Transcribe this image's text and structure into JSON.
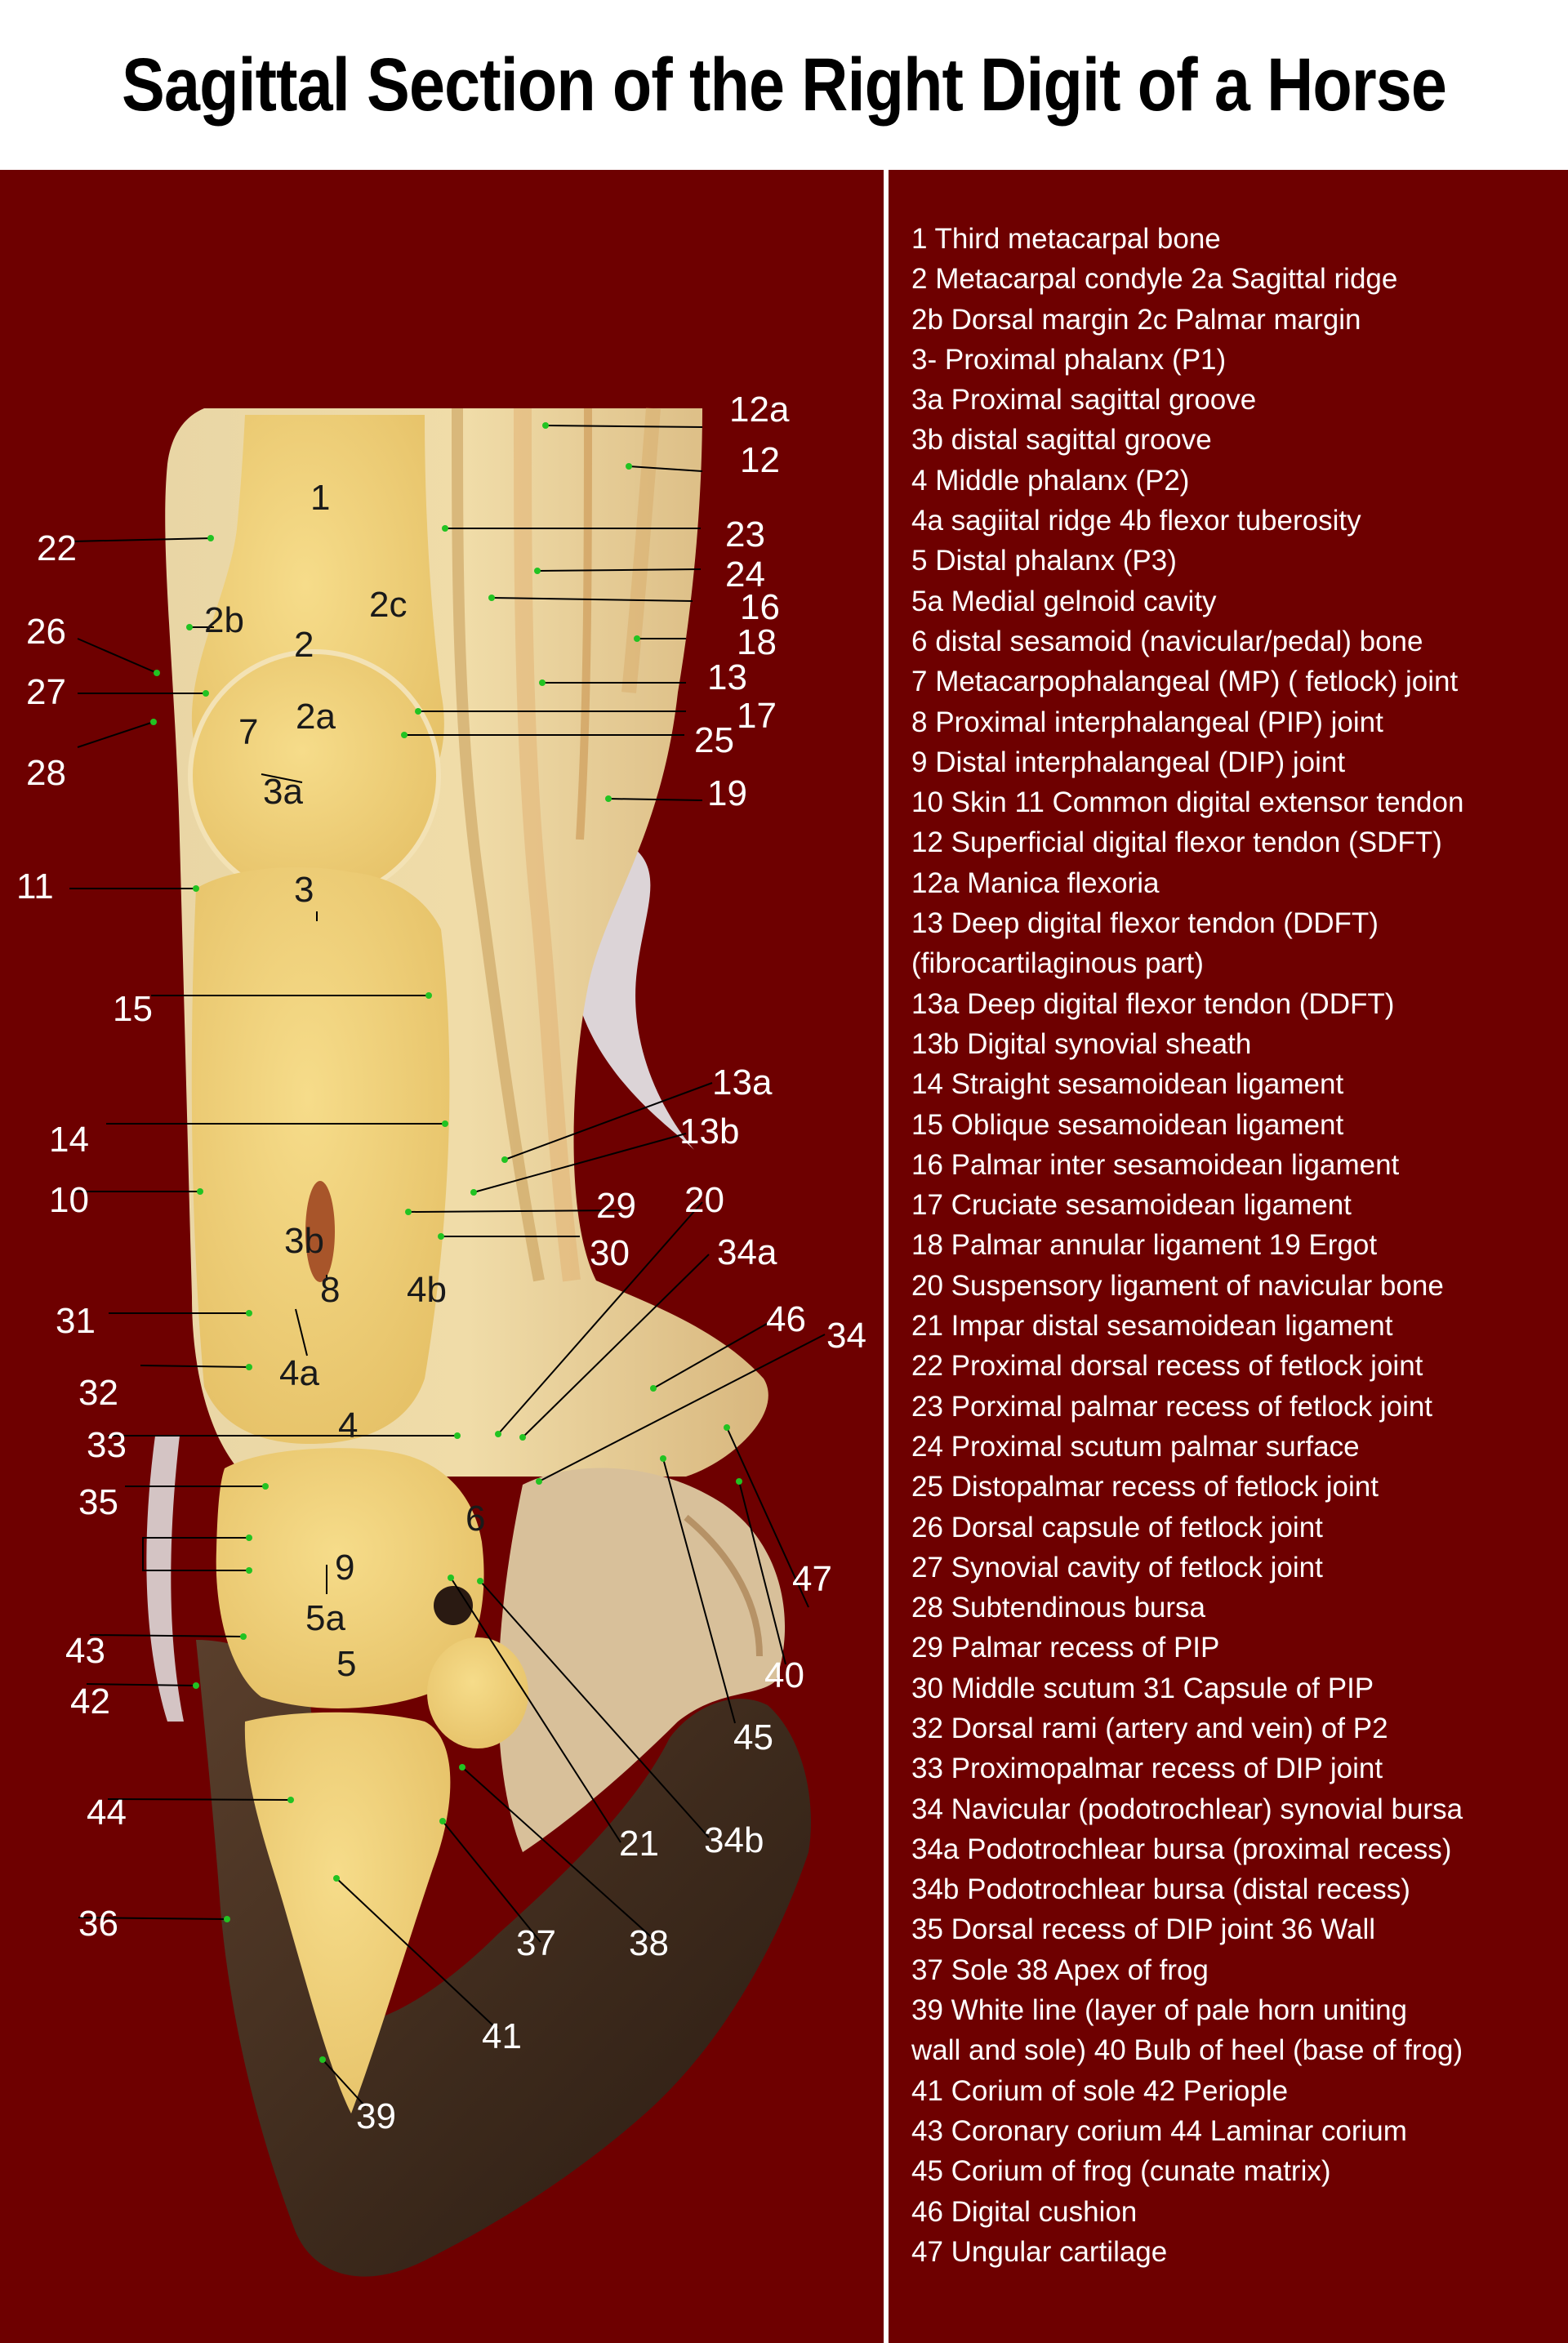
{
  "title": "Sagittal Section of the  Right Digit of a Horse",
  "colors": {
    "background": "#6e0000",
    "title_bg": "#ffffff",
    "leader": "#000000",
    "dot": "#22c322",
    "label_outside": "#ffffff",
    "label_inside": "#1a1a1a"
  },
  "legend": [
    "1 Third metacarpal bone",
    "2 Metacarpal condyle    2a Sagittal ridge",
    "2b Dorsal margin           2c Palmar margin",
    "3- Proximal phalanx (P1)",
    "3a Proximal sagittal groove",
    "3b distal sagittal groove",
    "4 Middle phalanx (P2)",
    "4a sagiital ridge   4b flexor tuberosity",
    "5 Distal phalanx (P3)",
    "5a Medial gelnoid cavity",
    "6 distal sesamoid (navicular/pedal) bone",
    "7 Metacarpophalangeal (MP) ( fetlock) joint",
    "8 Proximal interphalangeal (PIP) joint",
    "9 Distal interphalangeal (DIP) joint",
    "10 Skin  11 Common digital extensor tendon",
    "12 Superficial digital flexor tendon (SDFT)",
    "12a Manica flexoria",
    "13 Deep digital flexor tendon (DDFT)",
    "(fibrocartilaginous part)",
    "13a Deep digital flexor tendon (DDFT)",
    "13b Digital synovial sheath",
    "14 Straight sesamoidean ligament",
    "15 Oblique sesamoidean ligament",
    "16 Palmar inter sesamoidean ligament",
    "17 Cruciate sesamoidean ligament",
    "18 Palmar annular ligament   19 Ergot",
    "20 Suspensory ligament of navicular bone",
    "21 Impar distal sesamoidean ligament",
    "22 Proximal dorsal recess of  fetlock joint",
    "23 Porximal palmar recess of fetlock joint",
    "24 Proximal scutum palmar surface",
    "25 Distopalmar recess of fetlock joint",
    "26  Dorsal capsule of fetlock joint",
    "27 Synovial cavity of fetlock joint",
    "28 Subtendinous bursa",
    "29 Palmar recess of PIP",
    "30 Middle scutum   31 Capsule of PIP",
    "32 Dorsal rami (artery and vein) of P2",
    "33 Proximopalmar recess of DIP joint",
    "34 Navicular  (podotrochlear) synovial bursa",
    "34a Podotrochlear bursa (proximal recess)",
    "34b Podotrochlear bursa (distal recess)",
    "35 Dorsal recess of DIP joint    36 Wall",
    "37 Sole  38 Apex of frog",
    "39 White line (layer of pale horn uniting",
    " wall and sole)    40 Bulb of heel (base of frog)",
    " 41 Corium of sole  42 Periople",
    "43 Coronary corium   44 Laminar corium",
    "45 Corium of frog (cunate matrix)",
    "46 Digital cushion",
    "47 Ungular cartilage"
  ],
  "labels": [
    {
      "text": "12a",
      "style": "out"
    },
    {
      "text": "12",
      "style": "out"
    },
    {
      "text": "22",
      "style": "out"
    },
    {
      "text": "1",
      "style": "in"
    },
    {
      "text": "23",
      "style": "out"
    },
    {
      "text": "24",
      "style": "out"
    },
    {
      "text": "2c",
      "style": "in"
    },
    {
      "text": "16",
      "style": "out"
    },
    {
      "text": "26",
      "style": "out"
    },
    {
      "text": "2b",
      "style": "in"
    },
    {
      "text": "2",
      "style": "in"
    },
    {
      "text": "18",
      "style": "out"
    },
    {
      "text": "13",
      "style": "out"
    },
    {
      "text": "27",
      "style": "out"
    },
    {
      "text": "17",
      "style": "out"
    },
    {
      "text": "7",
      "style": "in"
    },
    {
      "text": "2a",
      "style": "in"
    },
    {
      "text": "25",
      "style": "out"
    },
    {
      "text": "28",
      "style": "out"
    },
    {
      "text": "3a",
      "style": "in"
    },
    {
      "text": "19",
      "style": "out"
    },
    {
      "text": "11",
      "style": "out"
    },
    {
      "text": "3",
      "style": "in"
    },
    {
      "text": "15",
      "style": "out"
    },
    {
      "text": "13a",
      "style": "out"
    },
    {
      "text": "14",
      "style": "out"
    },
    {
      "text": "13b",
      "style": "out"
    },
    {
      "text": "10",
      "style": "out"
    },
    {
      "text": "29",
      "style": "out"
    },
    {
      "text": "20",
      "style": "out"
    },
    {
      "text": "3b",
      "style": "in"
    },
    {
      "text": "30",
      "style": "out"
    },
    {
      "text": "34a",
      "style": "out"
    },
    {
      "text": "8",
      "style": "in"
    },
    {
      "text": "4b",
      "style": "in"
    },
    {
      "text": "31",
      "style": "out"
    },
    {
      "text": "46",
      "style": "out"
    },
    {
      "text": "34",
      "style": "out"
    },
    {
      "text": "4a",
      "style": "in"
    },
    {
      "text": "32",
      "style": "out"
    },
    {
      "text": "4",
      "style": "in"
    },
    {
      "text": "33",
      "style": "out"
    },
    {
      "text": "35",
      "style": "out"
    },
    {
      "text": "6",
      "style": "in"
    },
    {
      "text": "47",
      "style": "out"
    },
    {
      "text": "9",
      "style": "in"
    },
    {
      "text": "5a",
      "style": "in"
    },
    {
      "text": "43",
      "style": "out"
    },
    {
      "text": "5",
      "style": "in"
    },
    {
      "text": "40",
      "style": "out"
    },
    {
      "text": "42",
      "style": "out"
    },
    {
      "text": "45",
      "style": "out"
    },
    {
      "text": "44",
      "style": "out"
    },
    {
      "text": "21",
      "style": "out"
    },
    {
      "text": "34b",
      "style": "out"
    },
    {
      "text": "36",
      "style": "out"
    },
    {
      "text": "37",
      "style": "out"
    },
    {
      "text": "38",
      "style": "out"
    },
    {
      "text": "41",
      "style": "out"
    },
    {
      "text": "39",
      "style": "out"
    }
  ]
}
